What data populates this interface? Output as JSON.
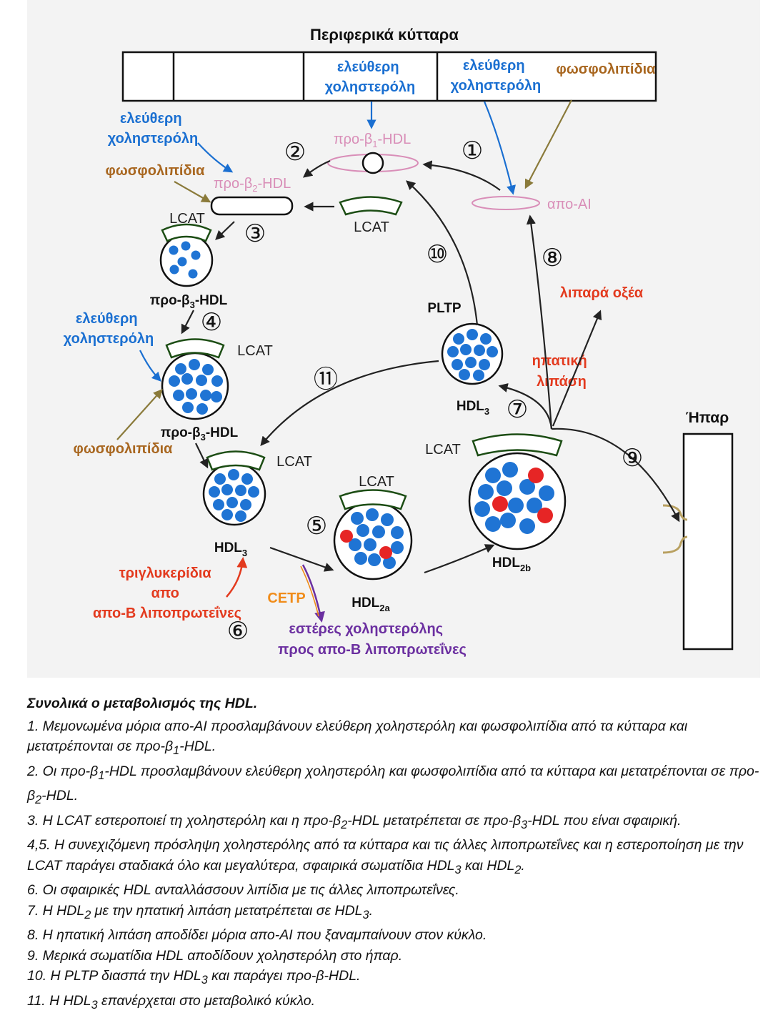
{
  "diagram": {
    "cells_title": "Περιφερικά κύτταρα",
    "liver_label": "Ήπαρ",
    "free_cholesterol": [
      "ελεύθερη",
      "χοληστερόλη"
    ],
    "phospholipids": "φωσφολιπίδια",
    "lcat": "LCAT",
    "pltp": "PLTP",
    "cetp": "CETP",
    "apo_ai": "απο-AI",
    "fatty_acids": "λιπαρά οξέα",
    "hepatic_lipase": [
      "ηπατική",
      "λιπάση"
    ],
    "triglycerides": [
      "τριγλυκερίδια",
      "απο",
      "απο-Β λιποπρωτεΐνες"
    ],
    "cholesterol_esters": [
      "εστέρες χοληστερόλης",
      "προς απο-Β λιποπρωτεΐνες"
    ],
    "pre_beta1": {
      "base": "προ-β",
      "sub": "1",
      "tail": "-HDL"
    },
    "pre_beta2": {
      "base": "προ-β",
      "sub": "2",
      "tail": "-HDL"
    },
    "pre_beta3": {
      "base": "προ-β",
      "sub": "3",
      "tail": "-HDL"
    },
    "hdl3": {
      "base": "HDL",
      "sub": "3"
    },
    "hdl2a": {
      "base": "HDL",
      "sub": "2a"
    },
    "hdl2b": {
      "base": "HDL",
      "sub": "2b"
    },
    "steps": [
      "①",
      "②",
      "③",
      "④",
      "⑤",
      "⑥",
      "⑦",
      "⑧",
      "⑨",
      "⑩",
      "⑪"
    ],
    "colors": {
      "blue_text": "#1a6fd1",
      "particle_blue": "#1f74d4",
      "particle_red": "#e62525",
      "brown_text": "#a8661f",
      "red_text": "#e33a1e",
      "pink": "#d98eb8",
      "cetp_orange": "#f08c1a",
      "purple": "#6b2fa0",
      "lcat_green": "#1c4d14"
    }
  },
  "caption": {
    "title": "Συνολικά ο μεταβολισμός της HDL.",
    "items": [
      {
        "prefix": "1. Μεμονωμένα μόρια απο-AI προσλαμβάνουν ελεύθερη χοληστερόλη και φωσφολιπίδια από τα κύτταρα και μετατρέπονται σε προ-β",
        "sub": "1",
        "suffix": "-HDL."
      },
      {
        "prefix": "2. Οι προ-β",
        "sub": "1",
        "mid": "-HDL προσλαμβάνουν ελεύθερη χοληστερόλη και φωσφολιπίδια από τα κύτταρα και μετατρέπονται σε προ-β",
        "sub2": "2",
        "suffix": "-HDL."
      },
      {
        "prefix": "3. Η LCAT εστεροποιεί τη χοληστερόλη και η προ-β",
        "sub": "2",
        "mid": "-HDL μετατρέπεται σε προ-β",
        "sub2": "3",
        "suffix": "-HDL που είναι σφαιρική."
      },
      {
        "prefix": "4,5. Η συνεχιζόμενη πρόσληψη χοληστερόλης από τα κύτταρα και τις άλλες λιποπρωτεΐνες και η εστεροποίηση με την LCAT παράγει σταδιακά όλο και μεγαλύτερα, σφαιρικά σωματίδια HDL",
        "sub": "3",
        "mid": " και HDL",
        "sub2": "2",
        "suffix": "."
      },
      {
        "prefix": "6. Οι σφαιρικές HDL ανταλλάσσουν λιπίδια με τις άλλες λιποπρωτεΐνες."
      },
      {
        "prefix": "7. Η HDL",
        "sub": "2",
        "mid": " με την ηπατική λιπάση μετατρέπεται σε HDL",
        "sub2": "3",
        "suffix": "."
      },
      {
        "prefix": "8. Η ηπατική λιπάση αποδίδει μόρια απο-AI που ξαναμπαίνουν στον κύκλο."
      },
      {
        "prefix": "9. Μερικά σωματίδια HDL αποδίδουν χοληστερόλη στο ήπαρ."
      },
      {
        "prefix": "10. Η PLTP διασπά την HDL",
        "sub": "3",
        "suffix": " και παράγει προ-β-HDL."
      },
      {
        "prefix": "11. Η HDL",
        "sub": "3",
        "suffix": " επανέρχεται στο μεταβολικό κύκλο."
      }
    ]
  }
}
